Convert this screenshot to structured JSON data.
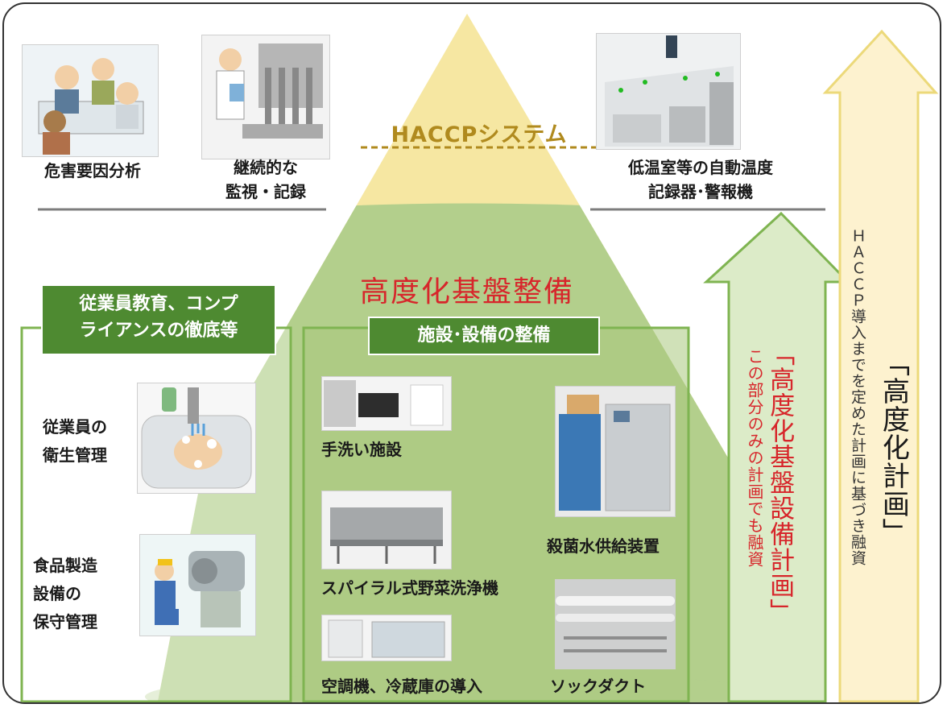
{
  "top": {
    "item1": "危害要因分析",
    "item2_line1": "継続的な",
    "item2_line2": "監視・記録",
    "item3_line1": "低温室等の自動温度",
    "item3_line2": "記録器･警報機",
    "haccp_title": "HACCPシステム"
  },
  "center_title": "高度化基盤整備",
  "left_box": {
    "header_line1": "従業員教育、コンプ",
    "header_line2": "ライアンスの徹底等",
    "item1_line1": "従業員の",
    "item1_line2": "衛生管理",
    "item2_line1": "食品製造",
    "item2_line2": "設備の",
    "item2_line3": "保守管理"
  },
  "center_box": {
    "header": "施設･設備の整備",
    "handwash": "手洗い施設",
    "sterile_water": "殺菌水供給装置",
    "spiral_washer": "スパイラル式野菜洗浄機",
    "aircon_fridge": "空調機、冷蔵庫の導入",
    "sock_duct": "ソックダクト"
  },
  "green_arrow": {
    "main_text": "「高度化基盤設備計画」",
    "sub_text": "この部分のみの計画でも融資"
  },
  "yellow_arrow": {
    "main_text": "「高度化計画」",
    "sub_text": "ＨＡＣＣＰ導入までを定めた計画に基づき融資"
  },
  "colors": {
    "green_header": "#4e8a31",
    "cone_yellow": "#f6e7a2",
    "cone_green": "#b3cf8c",
    "red_text": "#d7262b",
    "haccp_text": "#b08a1e",
    "arrow_yellow_fill": "#fdf2cf",
    "arrow_yellow_stroke": "#ecd97a",
    "arrow_green_fill": "#dcebc8",
    "arrow_green_stroke": "#7fb451"
  }
}
